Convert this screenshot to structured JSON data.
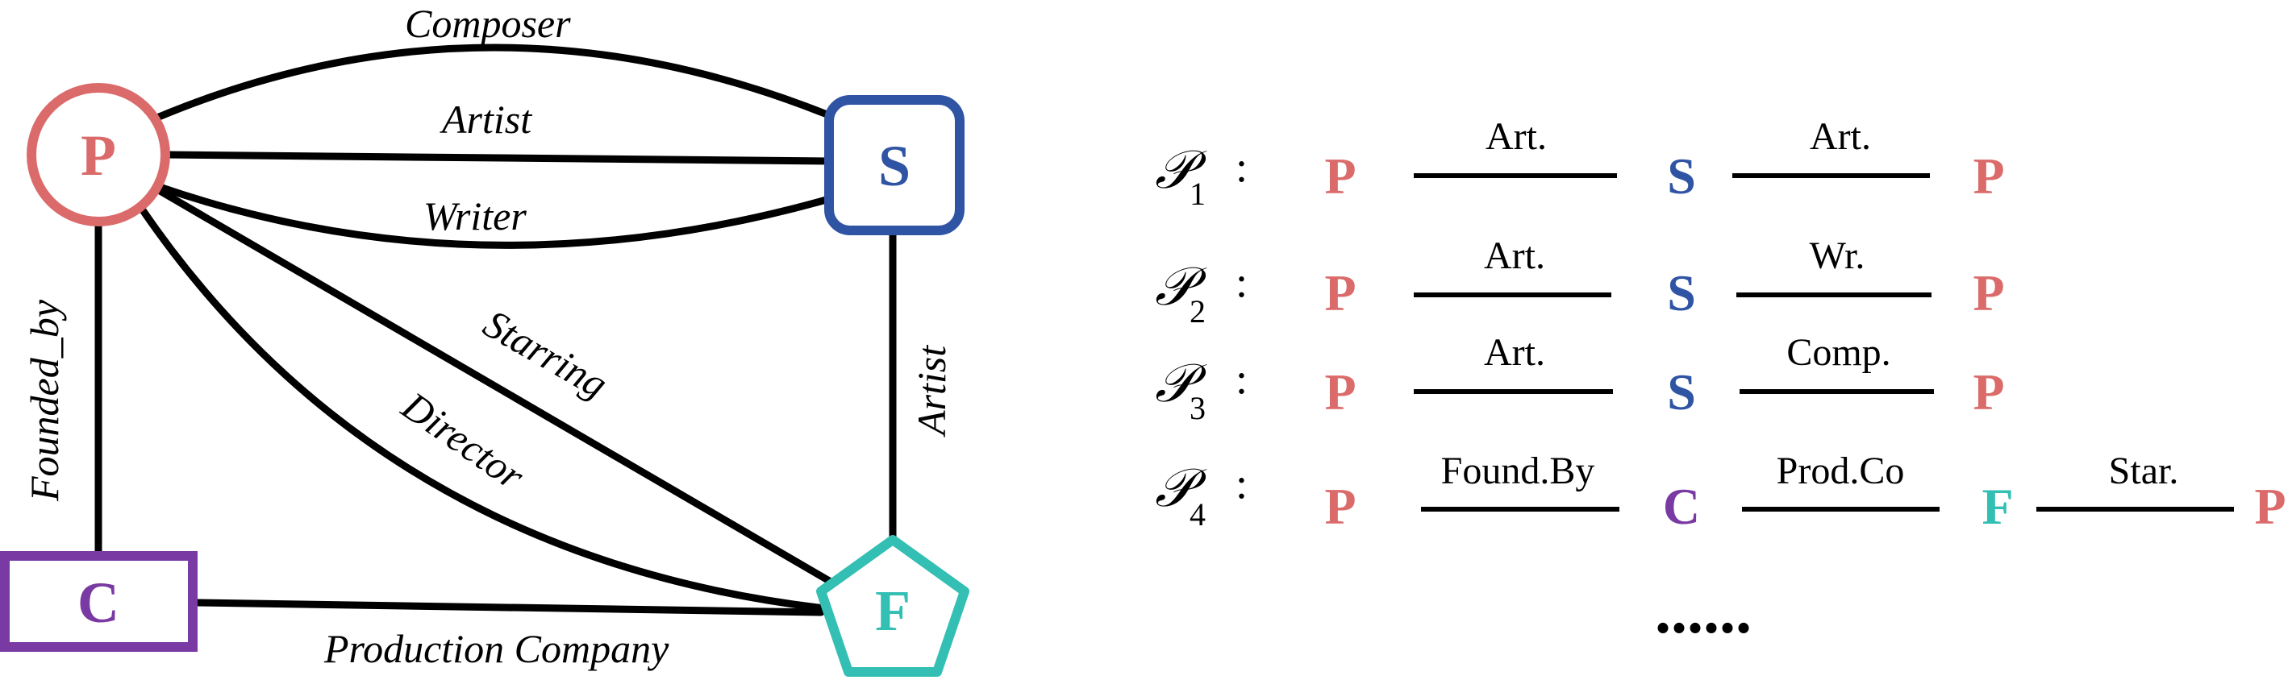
{
  "colors": {
    "P": "#db6b6b",
    "S": "#2f54a3",
    "C": "#7a3aa3",
    "F": "#33bfb3"
  },
  "graph": {
    "nodes": {
      "P": "P",
      "S": "S",
      "C": "C",
      "F": "F"
    },
    "edges": {
      "composer": "Composer",
      "artist_ps": "Artist",
      "writer": "Writer",
      "founded_by": "Founded_by",
      "starring": "Starring",
      "director": "Director",
      "artist_sf": "Artist",
      "production_company": "Production Company"
    }
  },
  "paths": [
    {
      "name": "𝒫",
      "sub": "1",
      "nodes": [
        "P",
        "S",
        "P"
      ],
      "relations": [
        "Art.",
        "Art."
      ]
    },
    {
      "name": "𝒫",
      "sub": "2",
      "nodes": [
        "P",
        "S",
        "P"
      ],
      "relations": [
        "Art.",
        "Wr."
      ]
    },
    {
      "name": "𝒫",
      "sub": "3",
      "nodes": [
        "P",
        "S",
        "P"
      ],
      "relations": [
        "Art.",
        "Comp."
      ]
    },
    {
      "name": "𝒫",
      "sub": "4",
      "nodes": [
        "P",
        "C",
        "F",
        "P"
      ],
      "relations": [
        "Found.By",
        "Prod.Co",
        "Star."
      ]
    }
  ],
  "ellipsis": "......"
}
